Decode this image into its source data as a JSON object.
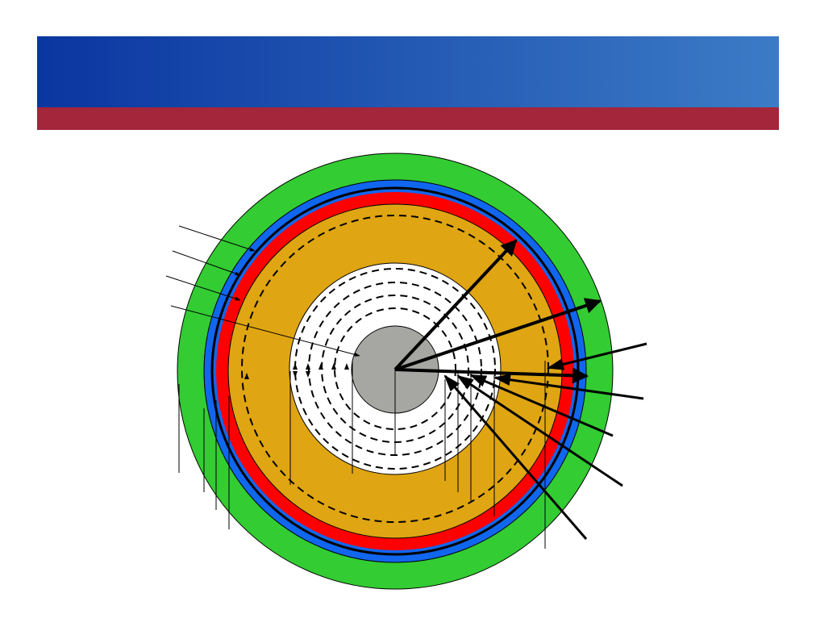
{
  "colors": {
    "title_band_start": "#0A36A0",
    "title_band_end": "#3C7BC6",
    "accent_stripe": "#A3263A",
    "outer_ring": "#33CC33",
    "blue_ring": "#1166EE",
    "red_ring": "#FF0000",
    "orange_zone": "#DFA512",
    "inner_zone": "#FFFFFF",
    "core": "#A6A6A2",
    "line": "#000000"
  },
  "layers": [
    {
      "name": "outer-ring",
      "color_key": "outer_ring"
    },
    {
      "name": "blue-ring",
      "color_key": "blue_ring"
    },
    {
      "name": "red-ring",
      "color_key": "red_ring"
    },
    {
      "name": "orange-zone",
      "color_key": "orange_zone"
    },
    {
      "name": "inner-zone",
      "color_key": "inner_zone"
    },
    {
      "name": "core",
      "color_key": "core"
    }
  ]
}
